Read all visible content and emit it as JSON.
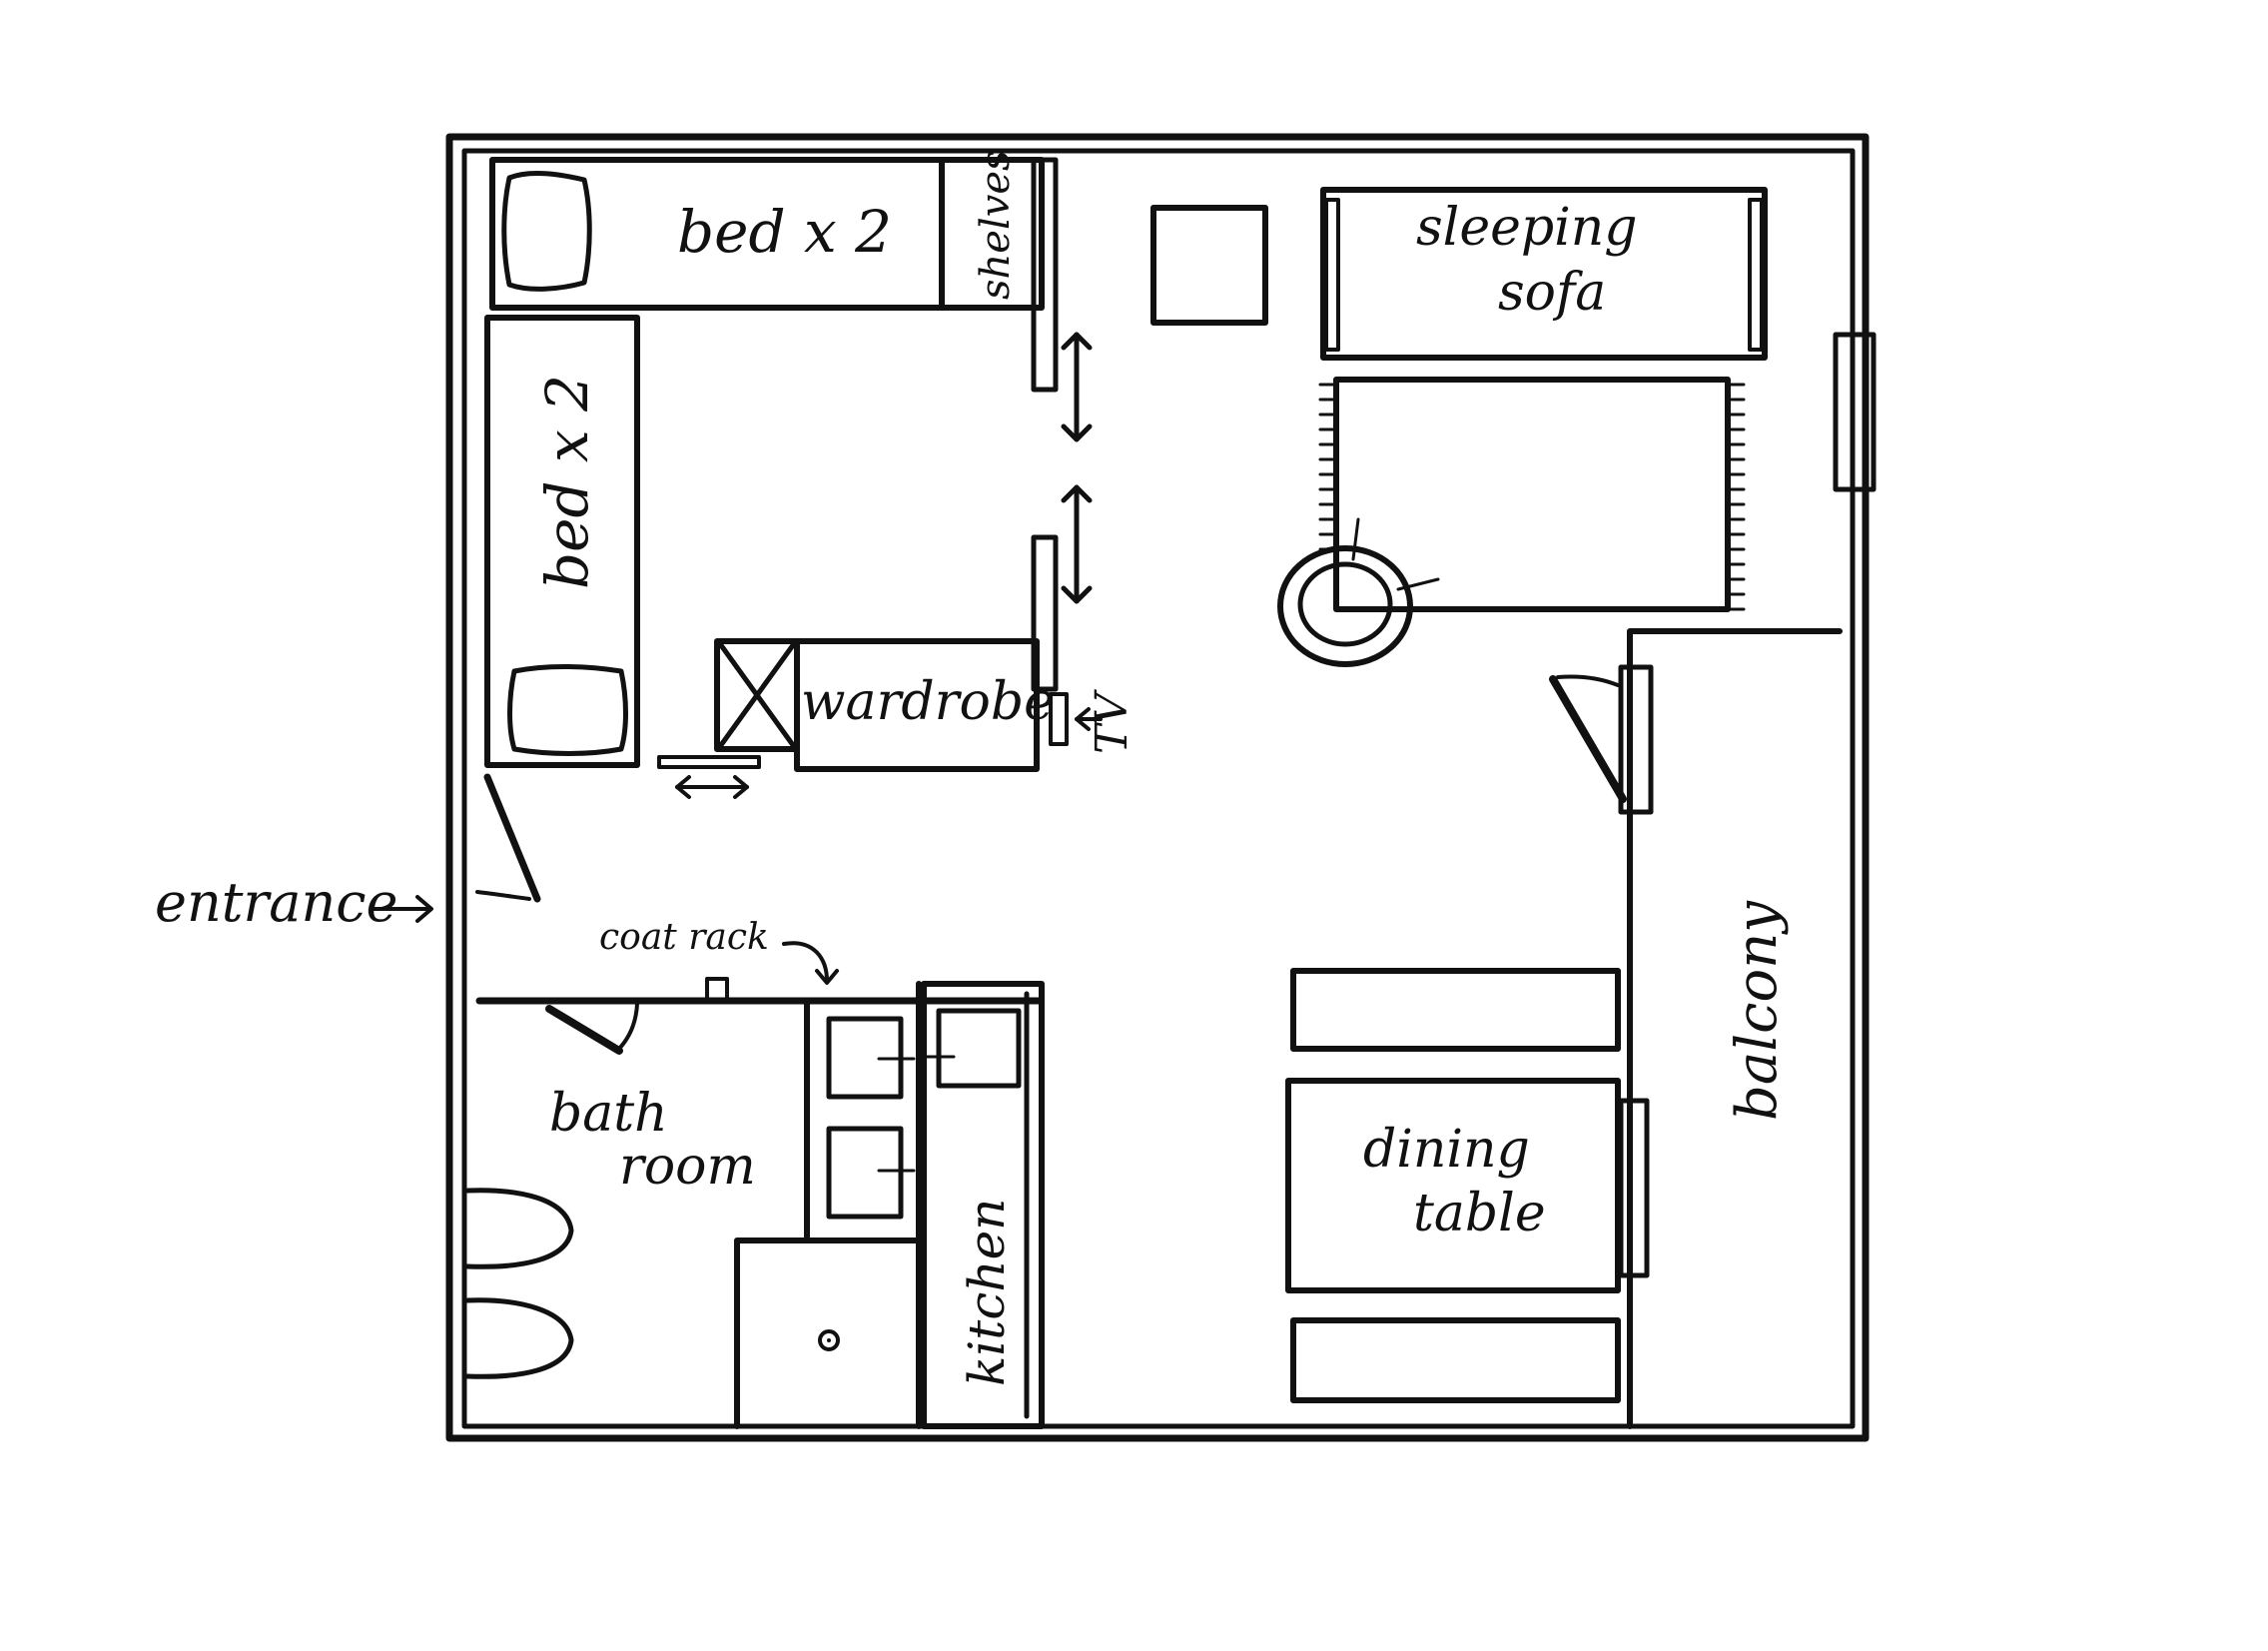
{
  "colors": {
    "ink": "#111111",
    "paper": "#ffffff"
  },
  "labels": {
    "bed_top": "bed x 2",
    "bed_side": "bed x 2",
    "shelves": "shelves",
    "sleeping": "sleeping",
    "sofa": "sofa",
    "wardrobe": "wardrobe",
    "tv": "TV",
    "entrance": "entrance",
    "coat_rack": "coat rack",
    "bath": "bath",
    "room": "room",
    "kitchen": "kitchen",
    "dining": "dining",
    "table": "table",
    "balcony": "balcony"
  }
}
